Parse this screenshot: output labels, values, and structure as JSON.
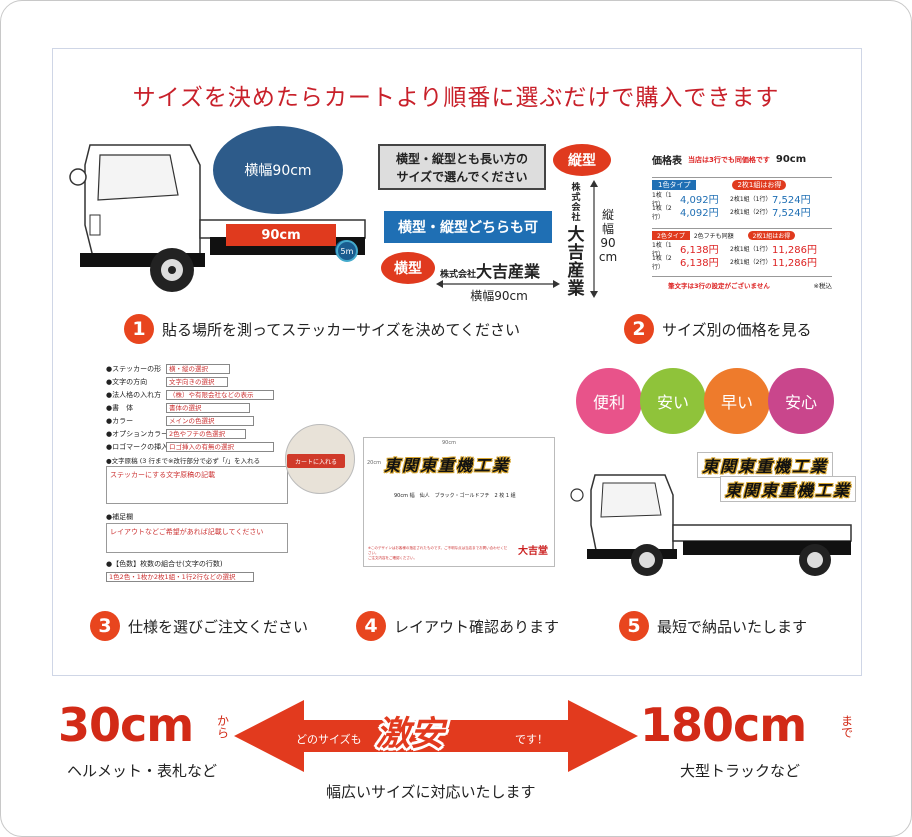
{
  "headline": "サイズを決めたらカートより順番に選ぶだけで購入できます",
  "step1": {
    "num": "1",
    "label": "貼る場所を測ってステッカーサイズを決めてください"
  },
  "step2": {
    "num": "2",
    "label": "サイズ別の価格を見る"
  },
  "step3": {
    "num": "3",
    "label": "仕様を選びご注文ください"
  },
  "step4": {
    "num": "4",
    "label": "レイアウト確認あります"
  },
  "step5": {
    "num": "5",
    "label": "最短で納品いたします"
  },
  "truck": {
    "bubble": "横幅90cm",
    "plate": "90cm",
    "badge": "5m"
  },
  "sizing": {
    "note_line1": "横型・縦型とも長い方の",
    "note_line2": "サイズで選んでください",
    "both_ok": "横型・縦型どちらも可",
    "yoko_label": "横型",
    "tate_label": "縦型",
    "company_prefix": "株式会社",
    "company_name": "大吉産業",
    "yoko_dim": "横幅90cm",
    "tate_dim_1": "縦",
    "tate_dim_2": "幅",
    "tate_dim_3": "90",
    "tate_dim_4": "cm",
    "tate_kabu_1": "株",
    "tate_kabu_2": "式",
    "tate_kabu_3": "会",
    "tate_kabu_4": "社",
    "tate_name_1": "大",
    "tate_name_2": "吉",
    "tate_name_3": "産",
    "tate_name_4": "業"
  },
  "price_table": {
    "title": "価格表",
    "note": "当店は3行でも同価格です",
    "size": "90cm",
    "group1": {
      "label": "1色タイプ",
      "sub": "2枚1組はお得",
      "rows": [
        {
          "a": "1枚（1行）",
          "b": "4,092円",
          "c": "2枚1組（1行）",
          "d": "7,524円"
        },
        {
          "a": "1枚（2行）",
          "b": "4,092円",
          "c": "2枚1組（2行）",
          "d": "7,524円"
        }
      ]
    },
    "group2": {
      "label": "2色タイプ",
      "mid": "2色フチも同額",
      "sub": "2枚1組はお得",
      "rows": [
        {
          "a": "1枚（1行）",
          "b": "6,138円",
          "c": "2枚1組（1行）",
          "d": "11,286円"
        },
        {
          "a": "1枚（2行）",
          "b": "6,138円",
          "c": "2枚1組（2行）",
          "d": "11,286円"
        }
      ]
    },
    "footer": "筆文字は3行の設定がございません",
    "tax": "※税込"
  },
  "order_form": {
    "rows": [
      {
        "label": "●ステッカーの形",
        "value": "横・縦の選択"
      },
      {
        "label": "●文字の方向",
        "value": "文字向きの選択"
      },
      {
        "label": "●法人格の入れ方",
        "value": "（株）や有限会社などの表示"
      },
      {
        "label": "●書　体",
        "value": "書体の選択"
      },
      {
        "label": "●カラー",
        "value": "メインの色選択"
      },
      {
        "label": "●オプションカラー",
        "value": "2色やフチの色選択"
      },
      {
        "label": "●ロゴマークの挿入",
        "value": "ロゴ挿入の有無の選択"
      }
    ],
    "text_label": "●文字原稿 (3 行まで※改行部分で必ず「/」を入れる",
    "text_value": "ステッカーにする文字原稿の記載",
    "note_label": "●補足欄",
    "note_value": "レイアウトなどご希望があれば記載してください",
    "count_label": "●【色数】枚数の組合せ(文字の行数)",
    "count_value": "1色2色・1枚か2枚1組・1行2行などの選択",
    "cart_button": "カートに入れる"
  },
  "proof": {
    "width_mark": "90cm",
    "height_mark": "20cm",
    "sample_text": "東関東重機工業",
    "spec": "90cm 幅　仙人　ブラック・ゴールドフチ　2 枚 1 組",
    "fine_print_1": "※このデザインはお客様の指定されたものです。ご不明な点は当店までお問い合わせください。",
    "fine_print_2": "ご注文内容をご確認ください。",
    "logo": "大吉堂"
  },
  "features": [
    {
      "label": "便利",
      "color": "#e8538a"
    },
    {
      "label": "安い",
      "color": "#8fc33a"
    },
    {
      "label": "早い",
      "color": "#ee7b2c"
    },
    {
      "label": "安心",
      "color": "#c9468c"
    }
  ],
  "sticker_sample": {
    "line1": "東関東重機工業",
    "line2": "東関東重機工業"
  },
  "range": {
    "min": "30cm",
    "min_suffix_1": "か",
    "min_suffix_2": "ら",
    "min_desc": "ヘルメット・表札など",
    "max": "180cm",
    "max_suffix_1": "ま",
    "max_suffix_2": "で",
    "max_desc": "大型トラックなど",
    "arrow_left": "どのサイズも",
    "arrow_center": "激安",
    "arrow_right": "です！",
    "caption": "幅広いサイズに対応いたします"
  }
}
